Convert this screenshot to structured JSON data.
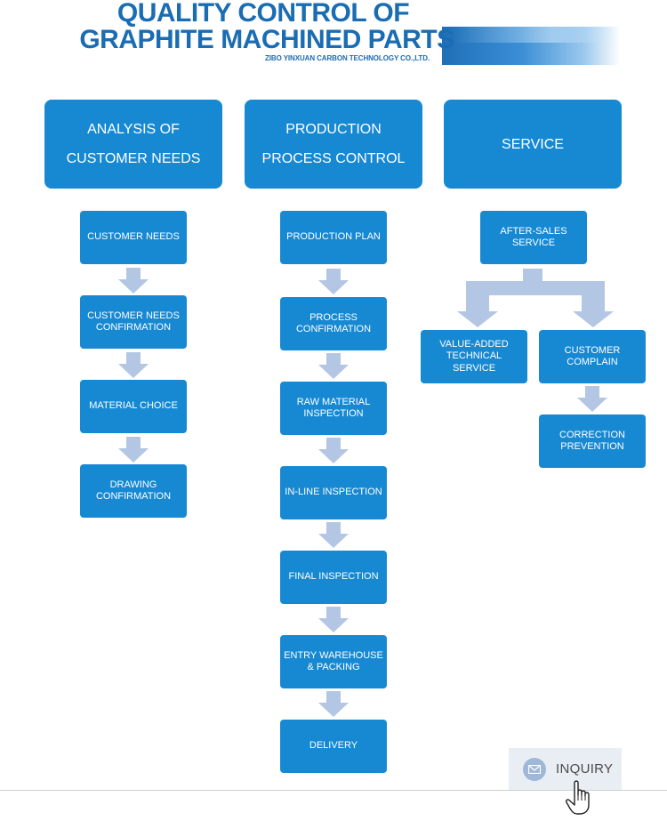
{
  "header": {
    "title_line1": "QUALITY CONTROL OF",
    "title_line2": "GRAPHITE MACHINED PARTS",
    "company": "ZIBO YINXUAN CARBON TECHNOLOGY CO.,LTD."
  },
  "colors": {
    "title": "#1a6cb3",
    "box": "#1789d3",
    "arrow": "#b3c6e3"
  },
  "columns": [
    {
      "header_lines": [
        "ANALYSIS OF",
        "CUSTOMER NEEDS"
      ],
      "steps": [
        [
          "CUSTOMER NEEDS"
        ],
        [
          "CUSTOMER NEEDS",
          "CONFIRMATION"
        ],
        [
          "MATERIAL CHOICE"
        ],
        [
          "DRAWING",
          "CONFIRMATION"
        ]
      ]
    },
    {
      "header_lines": [
        "PRODUCTION",
        "PROCESS CONTROL"
      ],
      "steps": [
        [
          "PRODUCTION PLAN"
        ],
        [
          "PROCESS",
          "CONFIRMATION"
        ],
        [
          "RAW MATERIAL",
          "INSPECTION"
        ],
        [
          "IN-LINE INSPECTION"
        ],
        [
          "FINAL INSPECTION"
        ],
        [
          "ENTRY WAREHOUSE",
          "& PACKING"
        ],
        [
          "DELIVERY"
        ]
      ]
    },
    {
      "header_lines": [
        "SERVICE"
      ],
      "top": [
        "AFTER-SALES",
        "SERVICE"
      ],
      "left": [
        "VALUE-ADDED",
        "TECHNICAL SERVICE"
      ],
      "right": [
        "CUSTOMER",
        "COMPLAIN"
      ],
      "right_next": [
        "CORRECTION",
        "PREVENTION"
      ]
    }
  ],
  "inquiry": {
    "label": "INQUIRY",
    "icon": "mail-icon",
    "cursor_icon": "hand-pointer-icon"
  }
}
